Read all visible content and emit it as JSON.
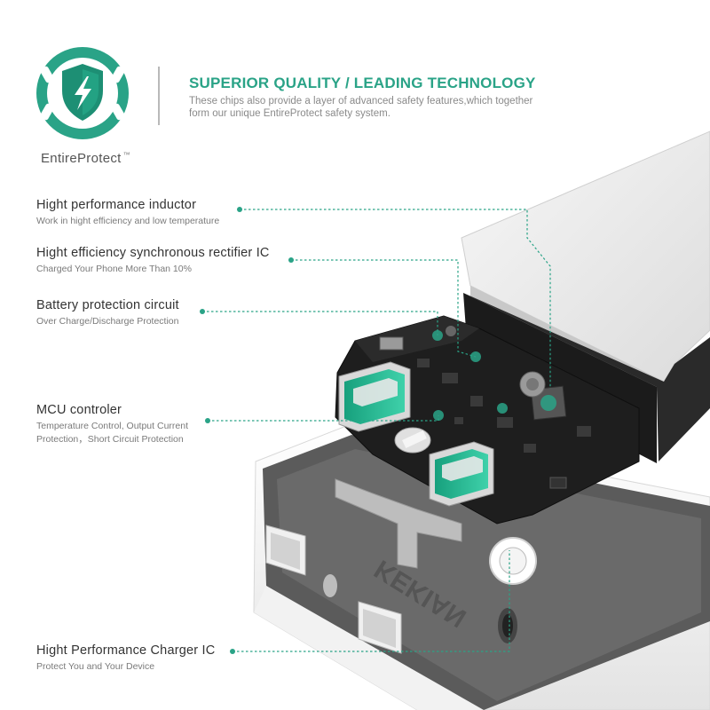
{
  "header": {
    "title": "SUPERIOR QUALITY / LEADING TECHNOLOGY",
    "subtitle": "These chips also provide a layer of advanced safety features,which together form our unique EntireProtect safety system."
  },
  "brand": {
    "name": "EntireProtect",
    "trademark": "™",
    "logo_icon": "shield-lightning-icon"
  },
  "device": {
    "engraving": "KEKIAN"
  },
  "features": [
    {
      "title": "Hight performance inductor",
      "subtitle": "Work in hight efficiency and low temperature"
    },
    {
      "title": "Hight efficiency synchronous rectifier IC",
      "subtitle": "Charged Your Phone More Than 10%"
    },
    {
      "title": "Battery protection circuit",
      "subtitle": "Over Charge/Discharge Protection"
    },
    {
      "title": "MCU controler",
      "subtitle_line1": "Temperature Control, Output Current",
      "subtitle_line2": "Protection，Short Circuit Protection"
    },
    {
      "title": "Hight Performance Charger IC",
      "subtitle": "Protect You and Your Device"
    }
  ],
  "colors": {
    "accent": "#2aa387",
    "logo_ring": "#2aa387",
    "shield": "#1d8f74",
    "text_dark": "#333333",
    "text_muted": "#8a8a8a",
    "pcb": "#1d1d1d",
    "usb_port": "#22b890"
  }
}
